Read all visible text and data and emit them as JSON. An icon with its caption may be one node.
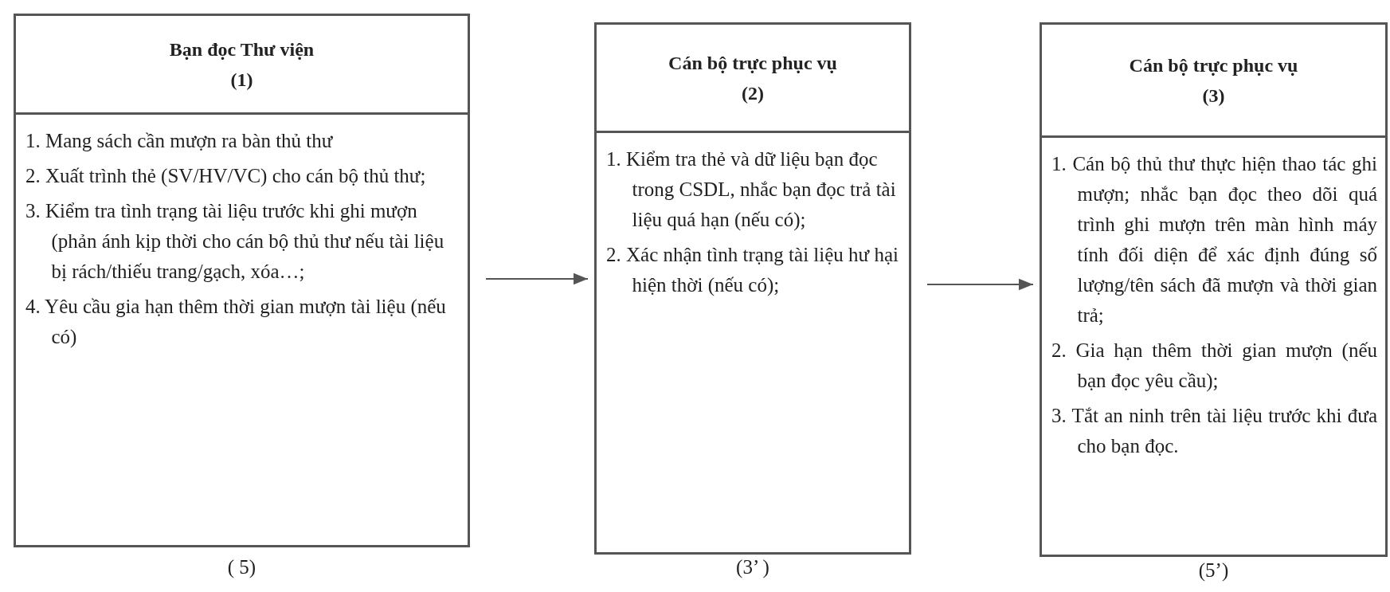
{
  "diagram": {
    "nodes": [
      {
        "text": [
          "Bạn đọc Thư viện",
          "(1)",
          "1. Mang sách cần mượn ra bàn thủ thư",
          "2. Xuất trình thẻ (SV/HV/VC) cho cán bộ thủ thư;",
          "3. Kiểm tra tình trạng tài liệu trước khi ghi mượn (phản ánh kịp thời cho cán bộ thủ thư nếu tài liệu bị rách/thiếu trang/gạch, xóa…;",
          "4. Yêu cầu gia hạn thêm thời gian mượn tài liệu (nếu có)"
        ],
        "beside": [
          "( 5)"
        ]
      },
      {
        "text": [
          "Cán bộ trực phục vụ",
          "(2)",
          "1. Kiểm tra thẻ và dữ liệu bạn đọc trong CSDL, nhắc bạn đọc trả tài liệu quá hạn (nếu có);",
          "2. Xác nhận tình trạng tài liệu hư hại hiện thời (nếu có);"
        ],
        "beside": [
          "(3’ )"
        ]
      },
      {
        "text": [
          "Cán bộ trực phục vụ",
          "(3)",
          "1. Cán bộ thủ thư thực hiện thao tác ghi mượn; nhắc bạn đọc theo dõi quá trình ghi mượn trên màn hình máy tính đối diện để xác định đúng số lượng/tên sách đã mượn và thời gian trả;",
          "2. Gia hạn thêm thời gian mượn (nếu bạn đọc yêu cầu);",
          "3. Tắt an ninh trên tài liệu trước khi đưa cho bạn đọc."
        ],
        "beside": [
          "(5’)"
        ]
      }
    ],
    "edges": [
      {
        "from": 0,
        "to": 1,
        "arrow": "to"
      },
      {
        "from": 1,
        "to": 2,
        "arrow": "to"
      }
    ]
  }
}
